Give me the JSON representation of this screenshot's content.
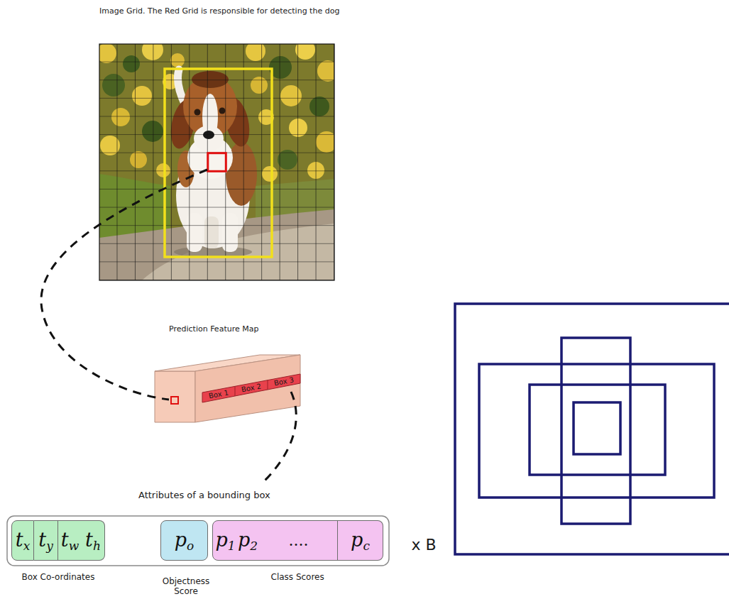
{
  "diagram": {
    "title": "Image Grid. The Red Grid is responsible for detecting the dog",
    "nodes": [
      {
        "text": [
          "tx"
        ]
      },
      {
        "text": [
          "ty"
        ]
      },
      {
        "text": [
          "tw"
        ]
      },
      {
        "text": [
          "th"
        ]
      },
      {
        "text": [
          "po"
        ]
      },
      {
        "text": [
          "p1"
        ]
      },
      {
        "text": [
          "p2"
        ]
      },
      {
        "text": [
          "...."
        ]
      },
      {
        "text": [
          "pc"
        ]
      }
    ],
    "labels": [
      "Prediction Feature Map",
      "Box 1",
      "Box 2",
      "Box 3",
      "Attributes of a bounding box",
      "x B",
      "Box Co-ordinates",
      "Objectness Score",
      "Class Scores"
    ]
  }
}
